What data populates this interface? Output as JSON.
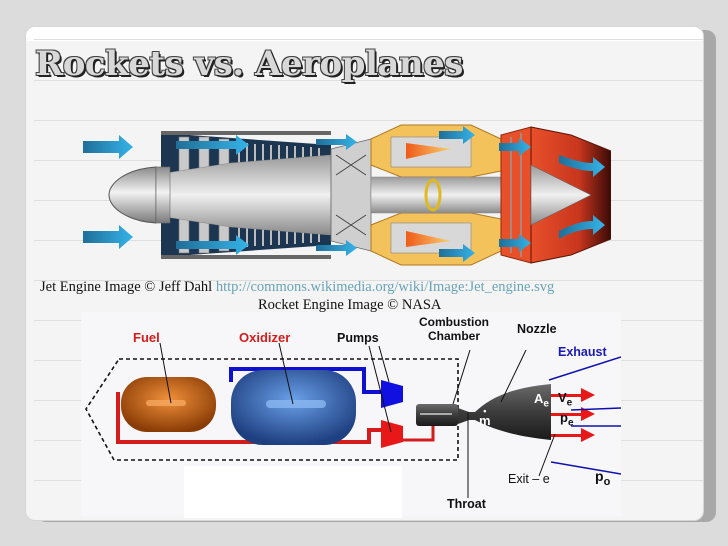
{
  "slide": {
    "title": "Rockets vs. Aeroplanes",
    "captions": {
      "jet_prefix": "Jet Engine Image © Jeff Dahl ",
      "jet_link": "http://commons.wikimedia.org/wiki/Image:Jet_engine.svg",
      "rocket": "Rocket Engine Image © NASA"
    }
  },
  "rocket_diagram": {
    "labels": {
      "fuel": "Fuel",
      "oxidizer": "Oxidizer",
      "pumps": "Pumps",
      "combustion_line1": "Combustion",
      "combustion_line2": "Chamber",
      "nozzle": "Nozzle",
      "exhaust": "Exhaust",
      "area_exit": "A",
      "area_exit_sub": "e",
      "velocity_exit": "V",
      "velocity_exit_sub": "e",
      "pressure_exit": "p",
      "pressure_exit_sub": "e",
      "mass_flow": "m",
      "exit": "Exit – e",
      "ambient_pressure": "p",
      "ambient_pressure_sub": "o",
      "throat": "Throat"
    }
  },
  "colors": {
    "label_red": "#d41c1c",
    "label_blue": "#1a1ab8",
    "link": "#6aa3b6"
  }
}
